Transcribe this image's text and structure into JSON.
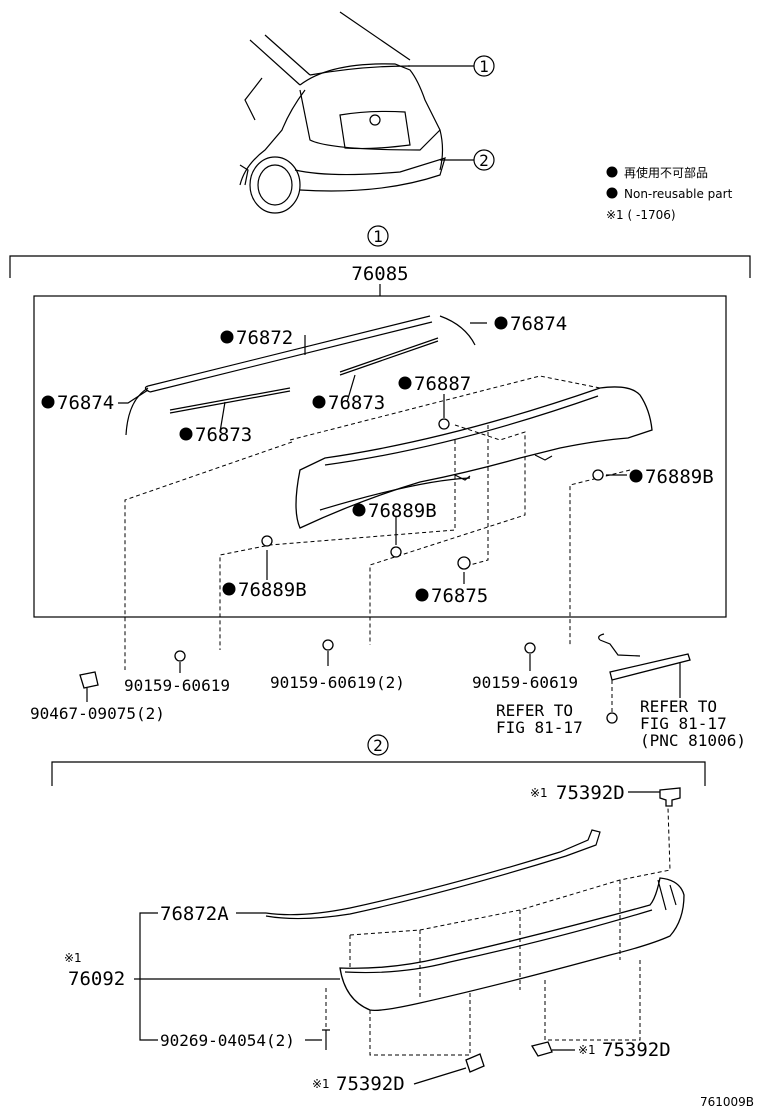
{
  "legend": {
    "line1": "再使用不可部品",
    "line2": "Non-reusable part",
    "line3": "※1 (        -1706)"
  },
  "callouts": {
    "c1": "1",
    "c2": "2"
  },
  "assembly1": {
    "title": "76085",
    "parts": {
      "p76872": "76872",
      "p76874_right": "76874",
      "p76874_left": "76874",
      "p76873_right": "76873",
      "p76873_left": "76873",
      "p76887": "76887",
      "p76889b_right": "76889B",
      "p76889b_mid": "76889B",
      "p76889b_left": "76889B",
      "p76875": "76875"
    },
    "outside": {
      "bolt_mid": "90159-60619(2)",
      "bolt_left": "90159-60619",
      "bolt_right": "90159-60619",
      "clip": "90467-09075(2)",
      "refer1_line1": "REFER TO",
      "refer1_line2": "FIG 81-17",
      "refer2_line1": "REFER TO",
      "refer2_line2": "FIG 81-17",
      "refer2_line3": "(PNC 81006)"
    }
  },
  "assembly2": {
    "parts": {
      "p75392d_top": "75392D",
      "p76872a": "76872A",
      "mark_76092": "※1",
      "p76092": "76092",
      "p90269": "90269-04054(2)",
      "p75392d_right": "75392D",
      "p75392d_bottom": "75392D",
      "mark1": "※1",
      "mark2": "※1",
      "mark3": "※1"
    }
  },
  "figure_code": "761009B"
}
